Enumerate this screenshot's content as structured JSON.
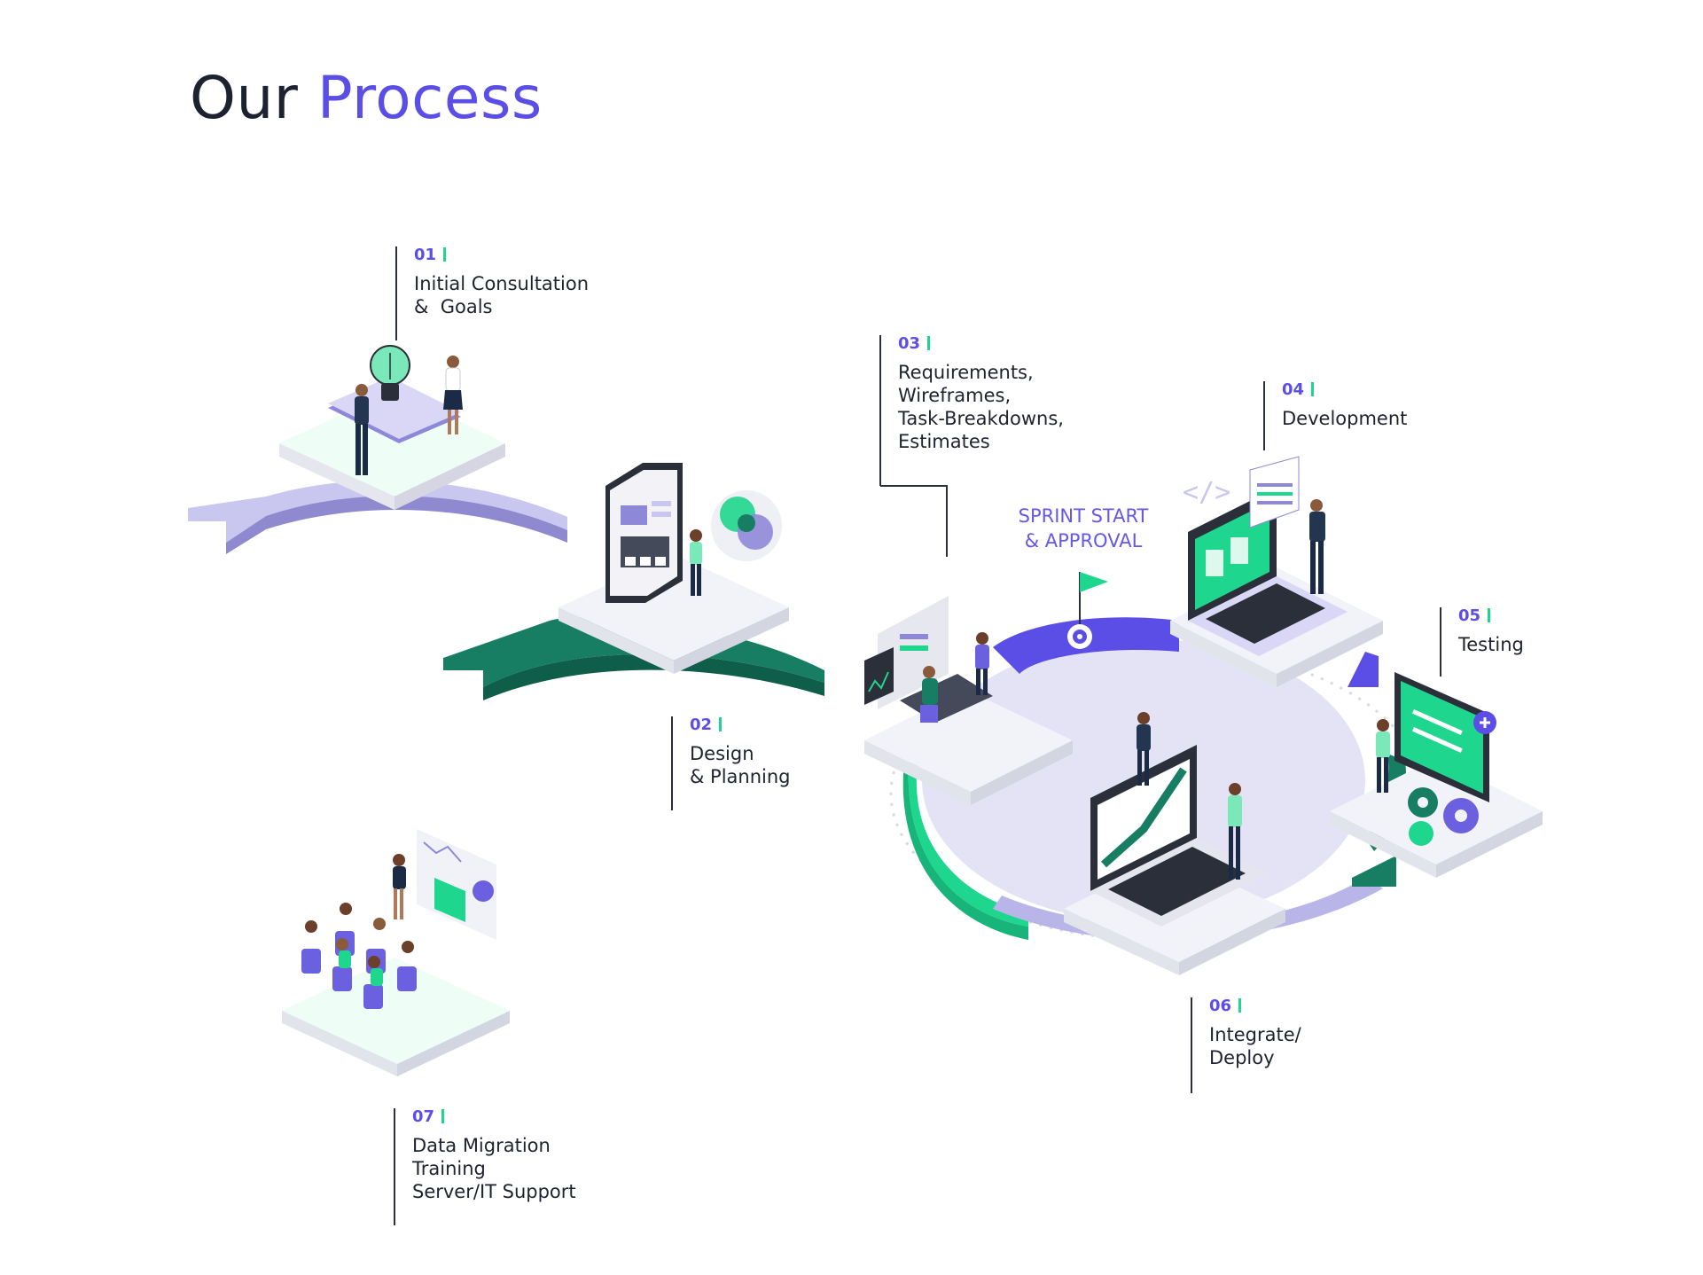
{
  "heading": {
    "part1": "Our",
    "part2": "Process"
  },
  "colors": {
    "accent": "#5b4ee6",
    "green": "#1fd68e",
    "dark_green": "#177e63",
    "lavender": "#c9c6f0",
    "text": "#1f2230"
  },
  "steps": [
    {
      "num": "01",
      "lines": [
        "Initial Consultation",
        "&  Goals"
      ]
    },
    {
      "num": "02",
      "lines": [
        "Design",
        "& Planning"
      ]
    },
    {
      "num": "03",
      "lines": [
        "Requirements,",
        "Wireframes,",
        "Task-Breakdowns,",
        "Estimates"
      ]
    },
    {
      "num": "04",
      "lines": [
        "Development"
      ]
    },
    {
      "num": "05",
      "lines": [
        "Testing"
      ]
    },
    {
      "num": "06",
      "lines": [
        "Integrate/",
        "Deploy"
      ]
    },
    {
      "num": "07",
      "lines": [
        "Data Migration",
        "Training",
        "Server/IT Support"
      ]
    }
  ],
  "sprint": {
    "line1": "SPRINT START",
    "line2": "& APPROVAL"
  },
  "icons": [
    "lightbulb-icon",
    "flag-icon",
    "target-icon",
    "code-icon",
    "gear-icon",
    "plus-icon"
  ]
}
